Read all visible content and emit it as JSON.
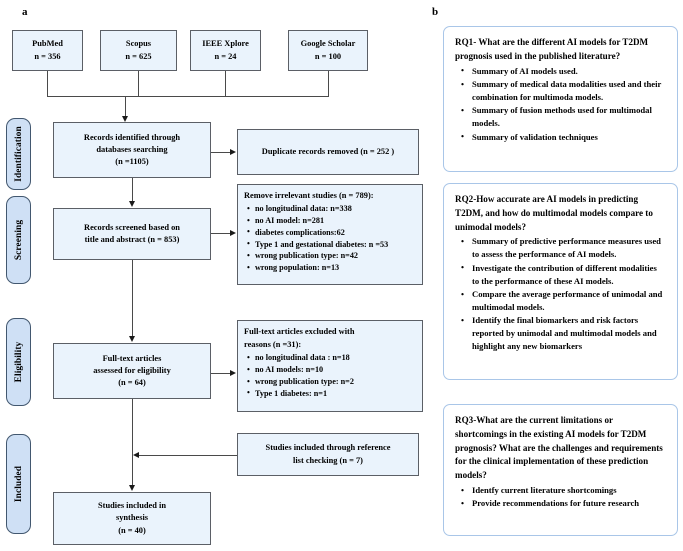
{
  "panels": {
    "a_letter": "a",
    "b_letter": "b"
  },
  "flow": {
    "sources": [
      {
        "name": "PubMed",
        "count": "n = 356"
      },
      {
        "name": "Scopus",
        "count": "n = 625"
      },
      {
        "name": "IEEE Xplore",
        "count": "n = 24"
      },
      {
        "name": "Google Scholar",
        "count": "n = 100"
      }
    ],
    "stages": [
      {
        "label": "Identification"
      },
      {
        "label": "Screening"
      },
      {
        "label": "Eligibility"
      },
      {
        "label": "Included"
      }
    ],
    "identified": {
      "line1": "Records identified through",
      "line2": "databases searching",
      "line3": "(n =1105)"
    },
    "duplicates": {
      "text": "Duplicate records removed  (n = 252 )"
    },
    "screened": {
      "line1": "Records screened based on",
      "line2": "title and abstract (n = 853)"
    },
    "irrelevant": {
      "title": "Remove irrelevant studies (n = 789):",
      "items": [
        "no longitudinal data: n=338",
        "no AI model: n=281",
        "diabetes complications:62",
        "Type 1 and gestational diabetes: n =53",
        "wrong publication type: n=42",
        "wrong population: n=13"
      ]
    },
    "fulltext": {
      "line1": "Full-text articles",
      "line2": "assessed for eligibility",
      "line3": "(n = 64)"
    },
    "excluded": {
      "title_line1": "Full-text articles excluded with",
      "title_line2": "reasons (n =31):",
      "items": [
        "no longitudinal data : n=18",
        "no  AI models: n=10",
        "wrong publication type: n=2",
        "Type 1 diabetes: n=1"
      ]
    },
    "reference_checking": {
      "line1": "Studies included through reference",
      "line2": "list checking (n = 7)"
    },
    "synthesis": {
      "line1": "Studies included in",
      "line2": "synthesis",
      "line3": "(n = 40)"
    }
  },
  "questions": [
    {
      "id": "rq1",
      "heading": "RQ1- What are the different AI models for T2DM prognosis used in the published literature?",
      "items": [
        "Summary of AI models used.",
        "Summary of medical data modalities used and their combination for multimoda  models.",
        "Summary of fusion methods used for multimodal models.",
        "Summary of validation techniques"
      ]
    },
    {
      "id": "rq2",
      "heading": "RQ2-How accurate are AI models in predicting T2DM, and how do multimodal models compare to unimodal models?",
      "items": [
        "Summary of predictive performance measures used to assess the performance of AI models.",
        "Investigate the contribution of different modalities to the performance of these AI models.",
        "Compare the average performance of unimodal and multimodal models.",
        "Identify the final biomarkers and risk factors reported by unimodal and multimodal  models and highlight any new biomarkers"
      ]
    },
    {
      "id": "rq3",
      "heading": "RQ3-What are the current limitations or shortcomings in the existing AI models for T2DM prognosis? What are the challenges and requirements for the clinical implementation of these prediction models?",
      "items": [
        "Identfy current literature shortcomings",
        " Provide recommendations for future research"
      ]
    }
  ],
  "colors": {
    "box_fill": "#eaf3fc",
    "box_border": "#5b5f66",
    "stage_fill": "#cfe0f5",
    "stage_border": "#42576f",
    "card_border": "#a9c6e8",
    "connector": "#4a4a4a"
  }
}
